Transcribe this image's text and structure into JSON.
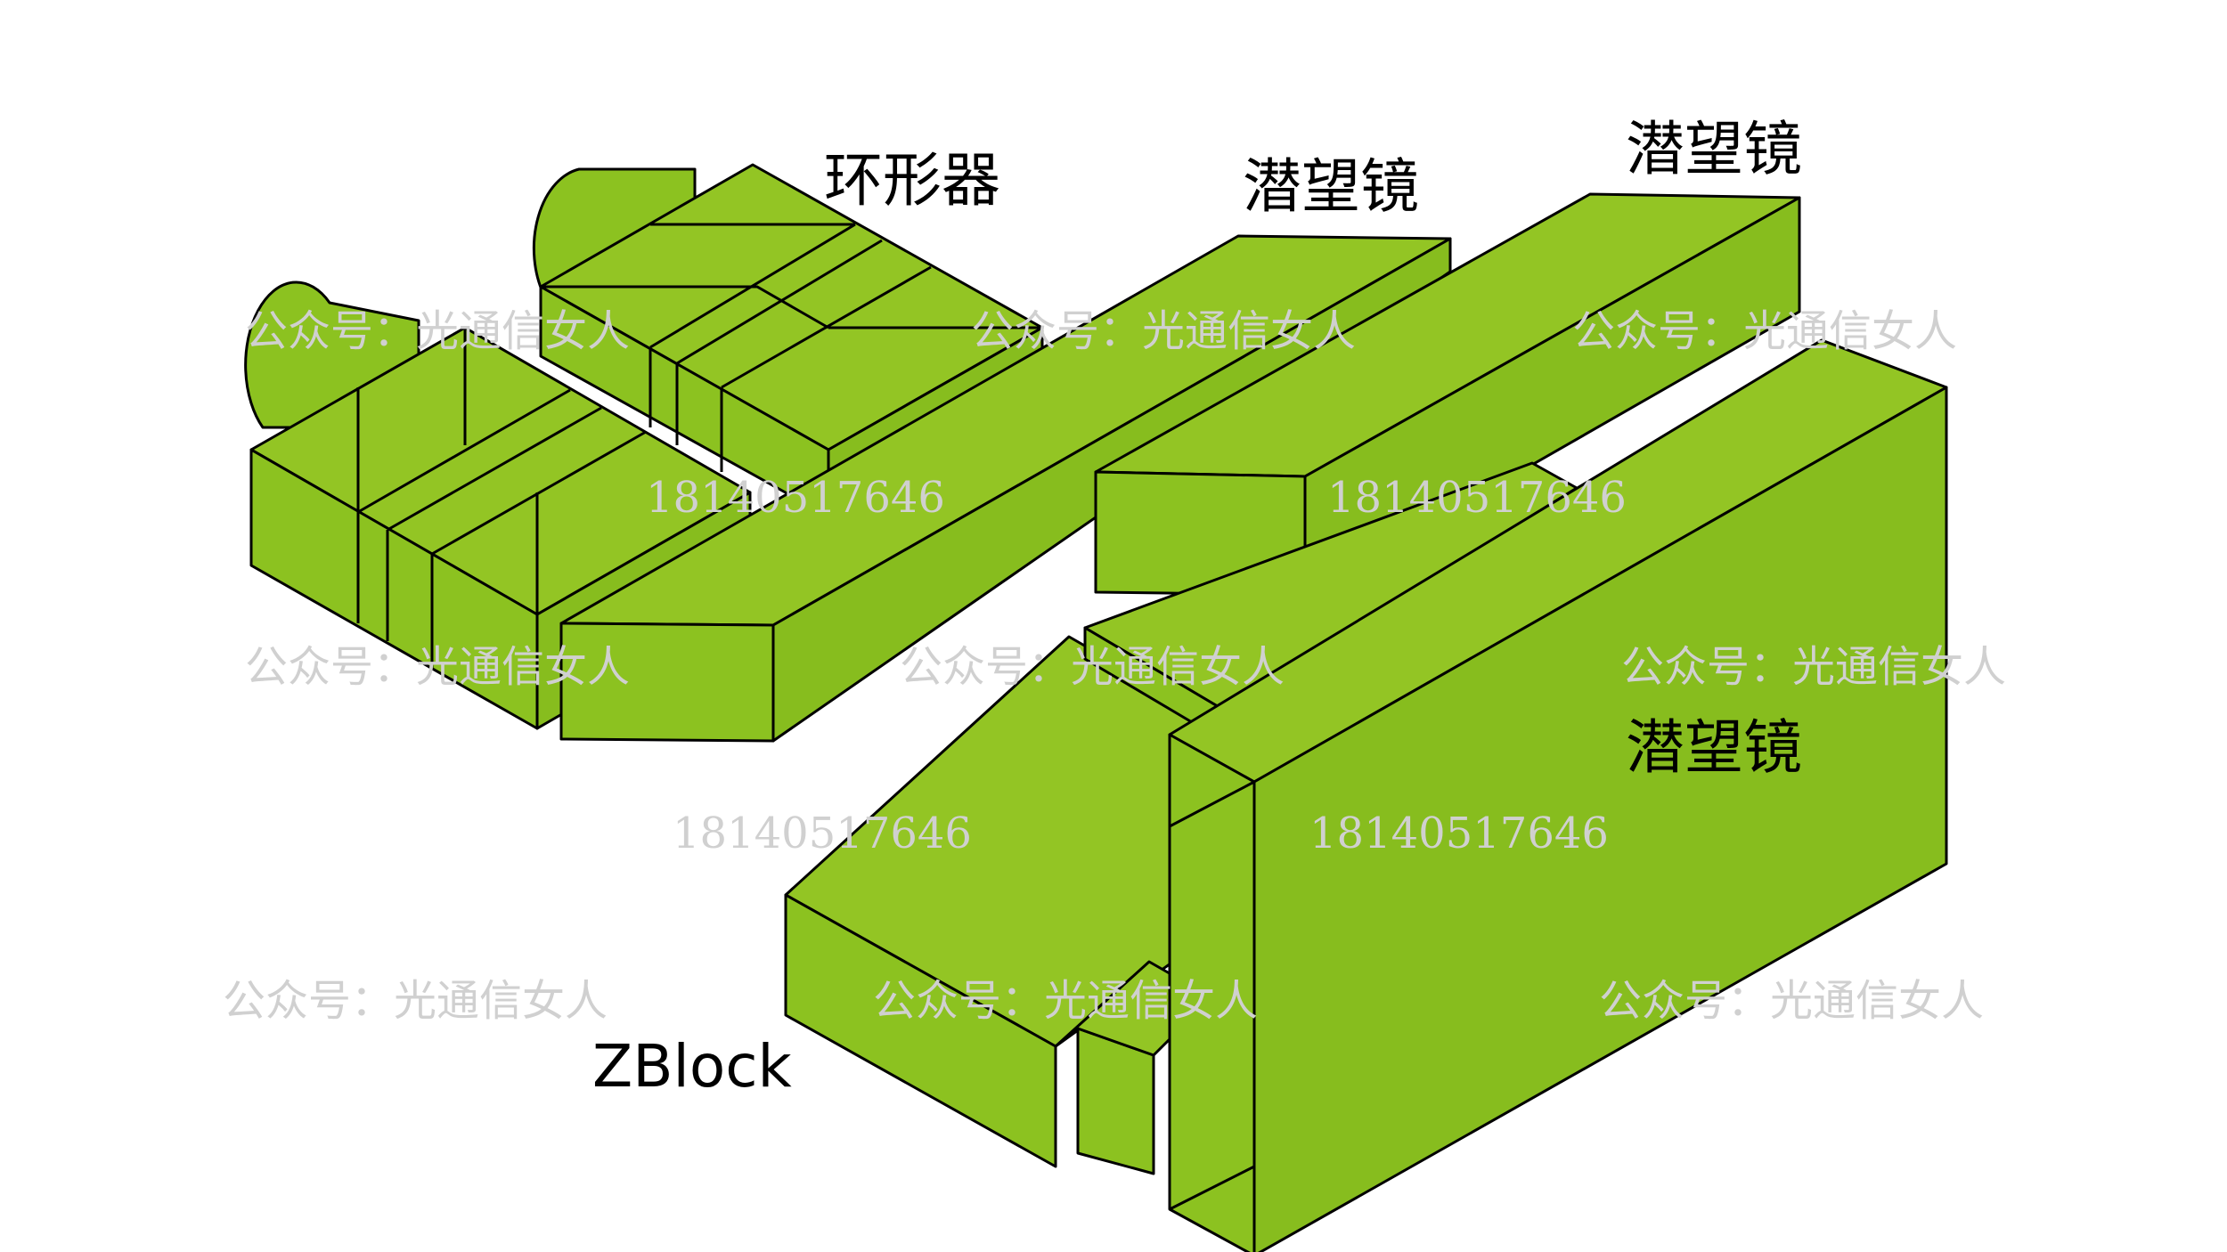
{
  "colors": {
    "block_top": "#93c524",
    "block_front": "#8cc220",
    "block_side": "#87bd1e",
    "outline": "#000000",
    "watermark": "#d0d0d0",
    "background": "#ffffff"
  },
  "labels": {
    "ring_shaper": "环形器",
    "periscope_1": "潜望镜",
    "periscope_2": "潜望镜",
    "periscope_3": "潜望镜",
    "zblock": "ZBlock"
  },
  "watermarks": {
    "account": "公众号：光通信女人",
    "phone": "18140517646"
  }
}
